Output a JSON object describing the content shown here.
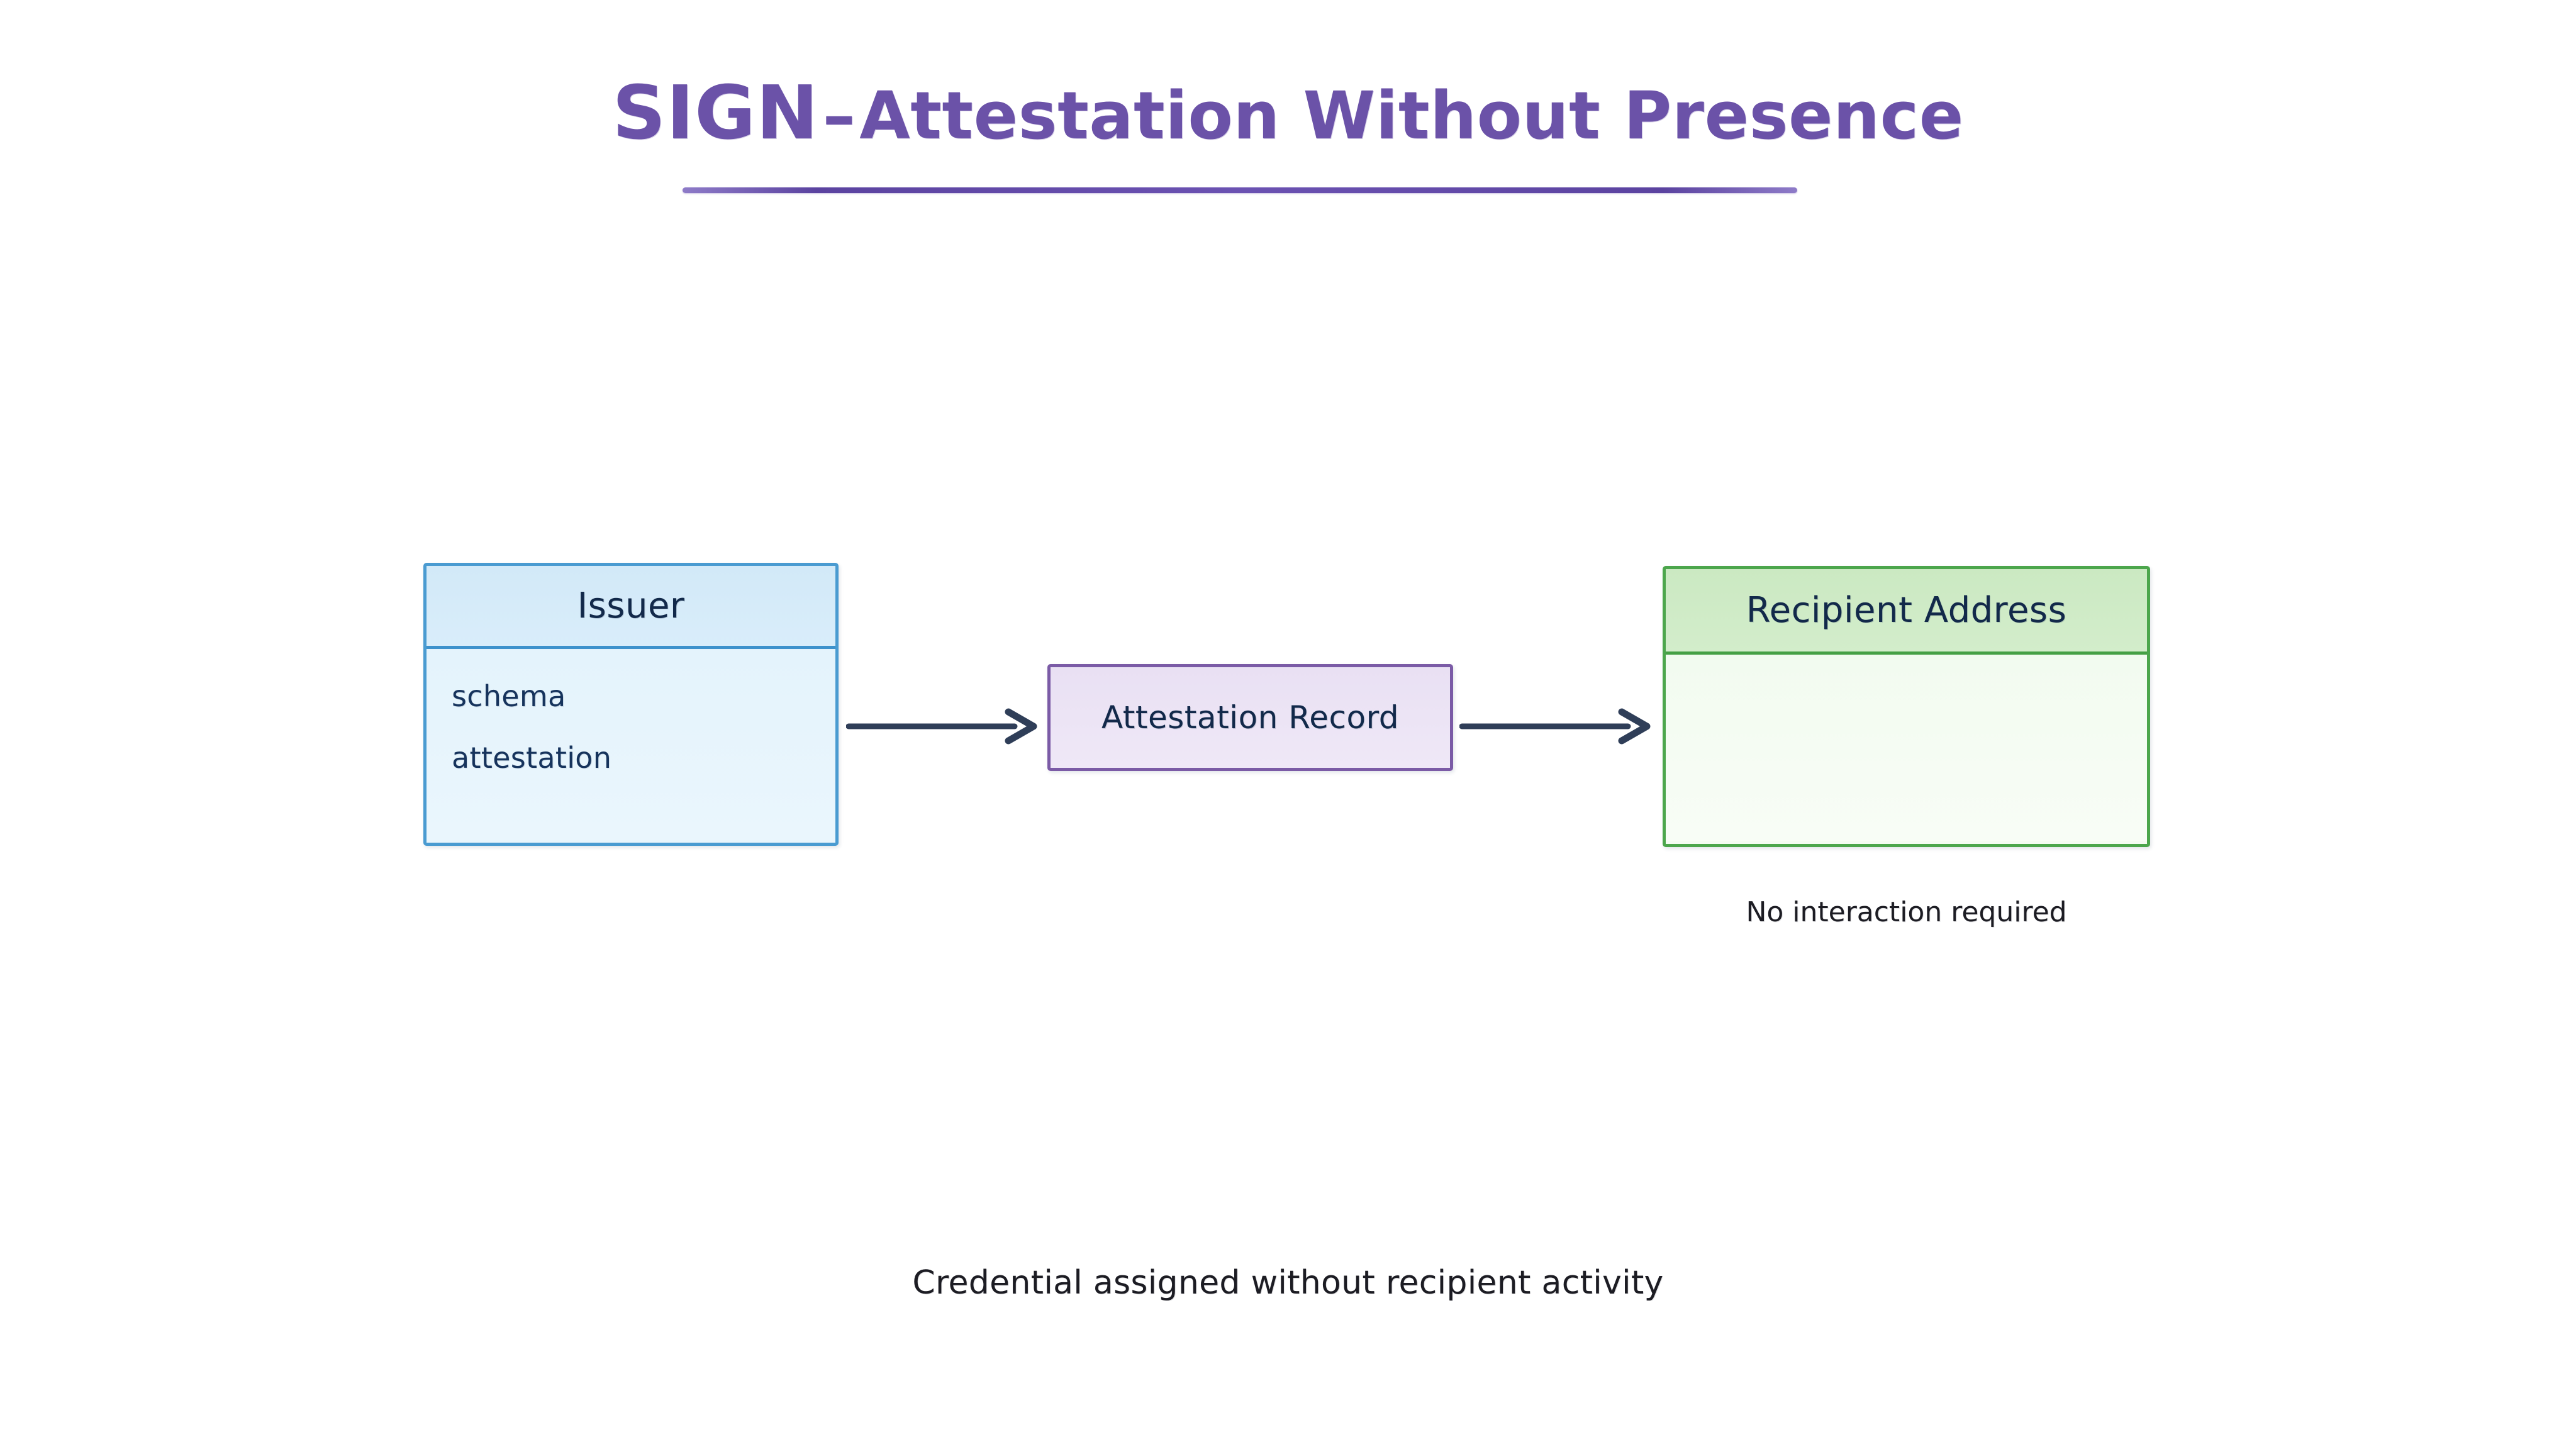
{
  "title": {
    "lead": "SIGN",
    "dash": "–",
    "rest": "Attestation Without Presence",
    "full": "SIGN – Attestation Without Presence",
    "color": "#6B52A8",
    "rule_color": "#5B43A0"
  },
  "nodes": {
    "issuer": {
      "header": "Issuer",
      "attributes": [
        "schema",
        "attestation"
      ],
      "border_color": "#4A9BD1",
      "header_fill": "#D6EAF8",
      "body_fill": "#E8F4FB",
      "text_color": "#12294A"
    },
    "record": {
      "label": "Attestation Record",
      "border_color": "#7B5BA6",
      "fill": "#E9E0F3",
      "text_color": "#12294A"
    },
    "recipient": {
      "header": "Recipient Address",
      "body": "",
      "border_color": "#4CA64C",
      "header_fill": "#CDEBC5",
      "body_fill": "#F4FCF2",
      "text_color": "#12294A"
    }
  },
  "arrows": {
    "issuer_to_record": {
      "from": "Issuer",
      "to": "Attestation Record",
      "label": "",
      "color": "#2F3E58"
    },
    "record_to_recipient": {
      "from": "Attestation Record",
      "to": "Recipient Address",
      "label": "",
      "color": "#2F3E58"
    }
  },
  "annotations": {
    "recipient_note": "No interaction required",
    "bottom_caption": "Credential assigned without recipient activity"
  }
}
